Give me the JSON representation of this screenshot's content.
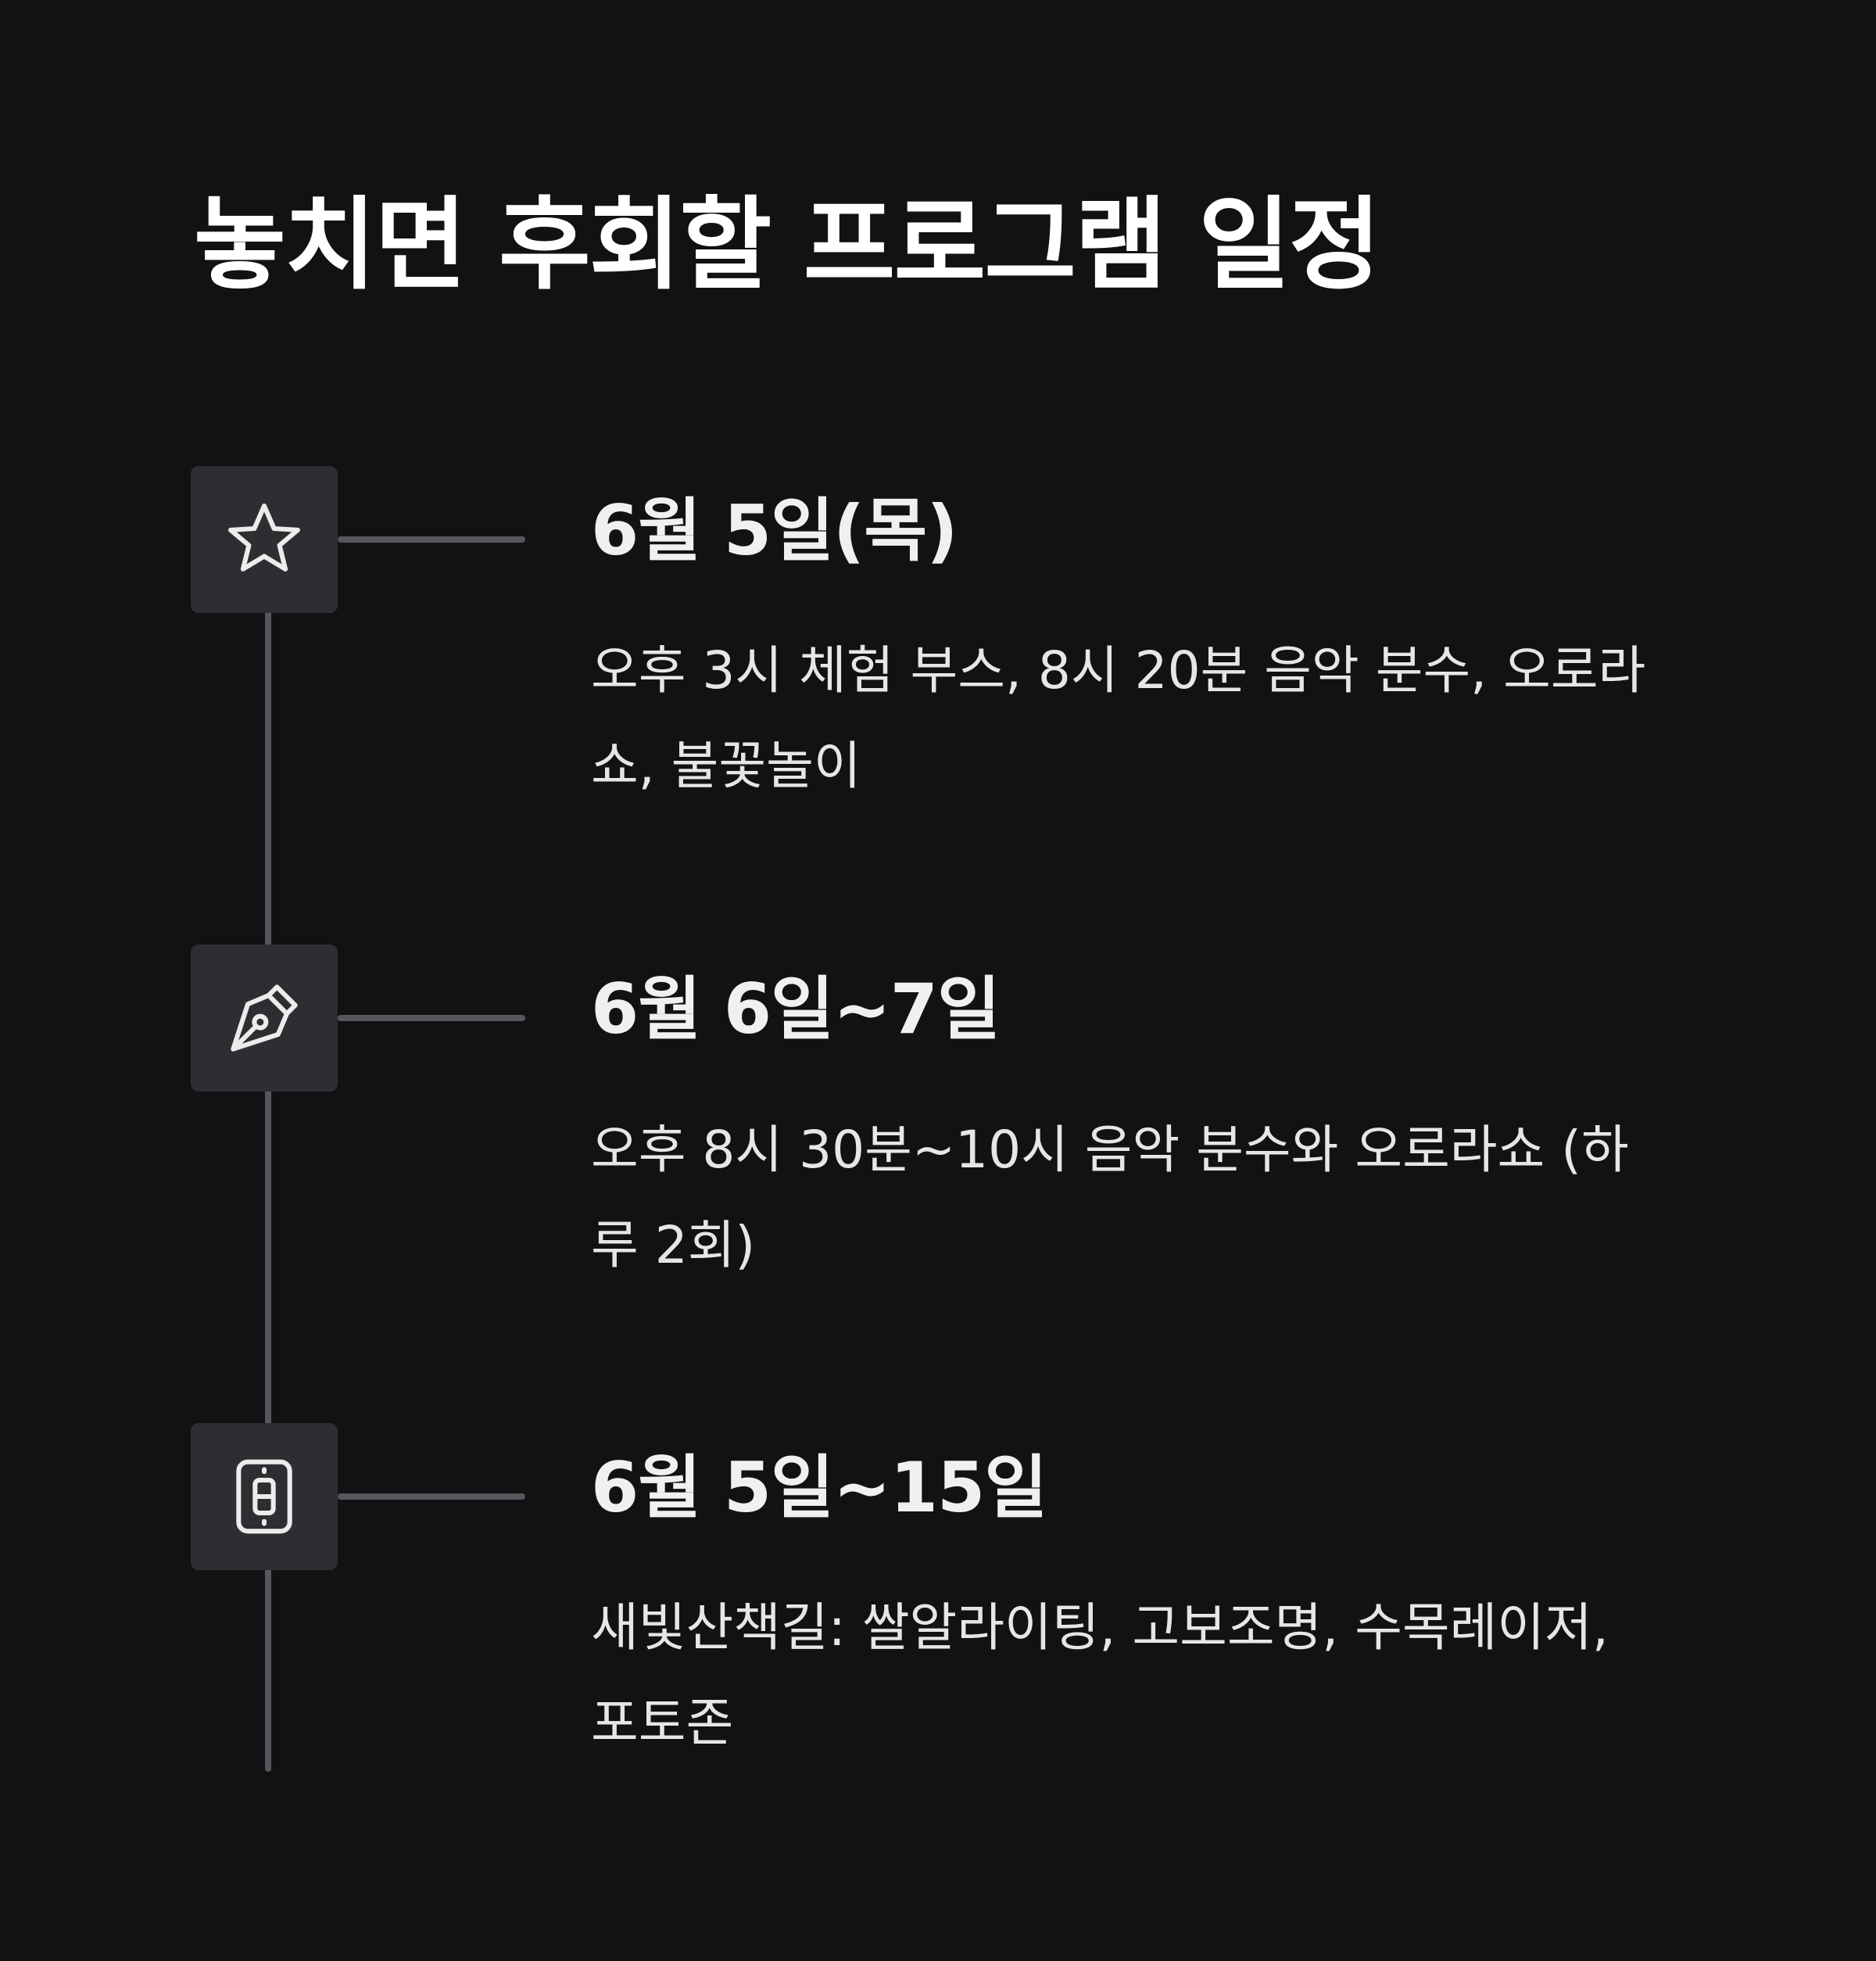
{
  "title": "놓치면 후회할 프로그램 일정",
  "items": [
    {
      "icon": "star-icon",
      "date": "6월 5일(목)",
      "description": "오후 3시 체험 부스, 8시 20분 음악 분수, 오로라쇼, 불꽃놀이"
    },
    {
      "icon": "pen-nib-icon",
      "date": "6월 6일~7일",
      "description": "오후 8시 30분~10시 음악 분수와 오로라쇼 (하루 2회)"
    },
    {
      "icon": "tablet-icon",
      "date": "6월 5일~15일",
      "description": "새빛산책길: 쌀알라이팅, 고보조명, 수목레이저, 포토존"
    }
  ],
  "colors": {
    "background": "#111214",
    "icon_box": "#2d2e31",
    "line": "#55575b",
    "text": "#ececec"
  }
}
